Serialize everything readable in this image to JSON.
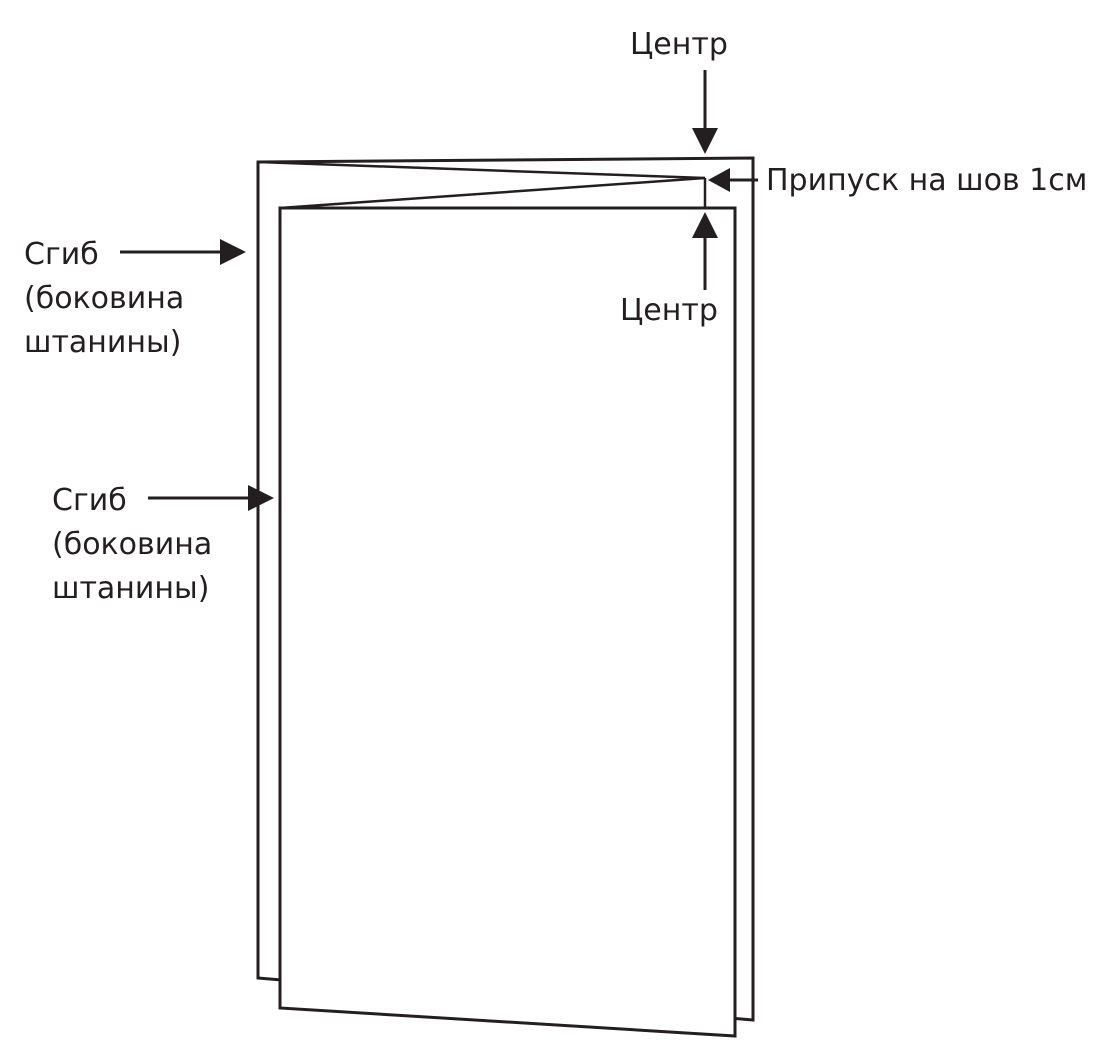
{
  "labels": {
    "center_top": "Центр",
    "seam_allowance": "Припуск на шов 1см",
    "center_bottom": "Центр",
    "fold_1": [
      "Сгиб",
      "(боковина",
      "штанины)"
    ],
    "fold_2": [
      "Сгиб",
      "(боковина",
      "штанины)"
    ]
  },
  "colors": {
    "ink": "#231f20",
    "background": "#ffffff"
  }
}
